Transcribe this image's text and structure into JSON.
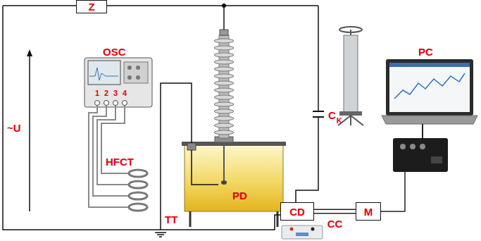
{
  "diagram": {
    "nodes": [
      {
        "text": [
          "Z"
        ]
      },
      {
        "text": [
          "CD"
        ]
      },
      {
        "text": [
          "M"
        ]
      }
    ],
    "edges": [
      {
        "from": 1,
        "to": 2,
        "arrow": "none",
        "label": "CC"
      }
    ],
    "labels": [
      "~U",
      "OSC",
      "1",
      "2",
      "3",
      "4",
      "HFCT",
      "PD",
      "TT",
      "C",
      "K",
      "PC"
    ]
  }
}
